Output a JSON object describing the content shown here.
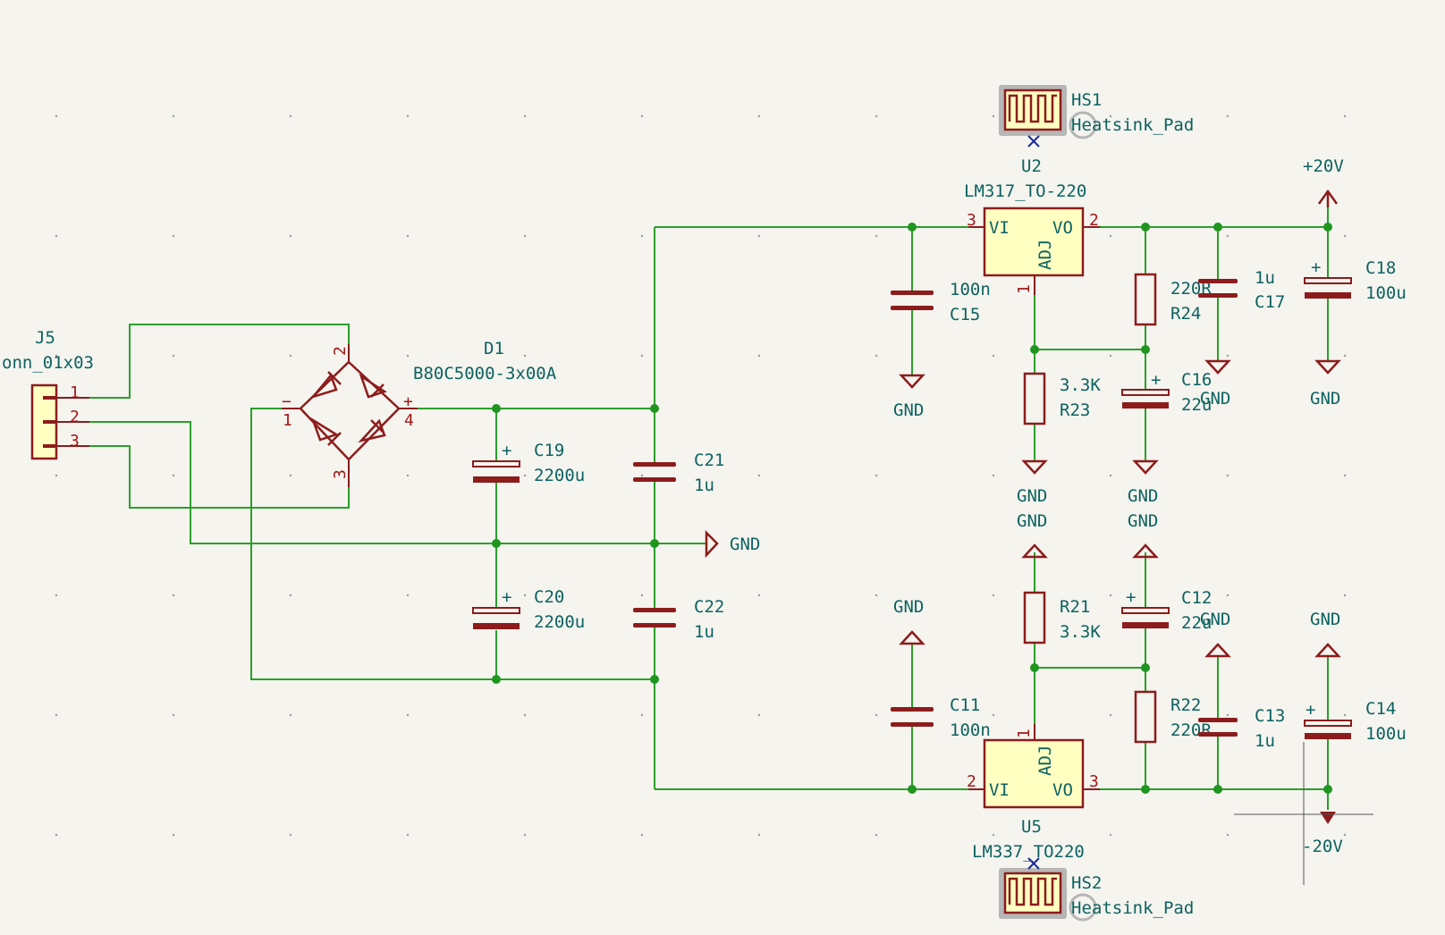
{
  "connector": {
    "ref": "J5",
    "value": "onn_01x03",
    "pins": [
      "1",
      "2",
      "3"
    ]
  },
  "bridge": {
    "ref": "D1",
    "value": "B80C5000-3x00A",
    "pin_1": "1",
    "pin_2": "2",
    "pin_3": "3",
    "pin_4": "4",
    "minus": "−",
    "plus": "+"
  },
  "regulator_top": {
    "ref": "U2",
    "value": "LM317_TO-220",
    "vi": "VI",
    "vo": "VO",
    "adj": "ADJ",
    "pin_vi": "3",
    "pin_vo": "2",
    "pin_adj": "1"
  },
  "regulator_bottom": {
    "ref": "U5",
    "value": "LM337_TO220",
    "vi": "VI",
    "vo": "VO",
    "adj": "ADJ",
    "pin_vi": "2",
    "pin_vo": "3",
    "pin_adj": "1"
  },
  "heatsink_top": {
    "ref": "HS1",
    "value": "Heatsink_Pad"
  },
  "heatsink_bottom": {
    "ref": "HS2",
    "value": "Heatsink_Pad"
  },
  "capacitors": {
    "c19": {
      "ref": "C19",
      "value": "2200u"
    },
    "c20": {
      "ref": "C20",
      "value": "2200u"
    },
    "c21": {
      "ref": "C21",
      "value": "1u"
    },
    "c22": {
      "ref": "C22",
      "value": "1u"
    },
    "c15": {
      "ref": "C15",
      "value": "100n"
    },
    "c11": {
      "ref": "C11",
      "value": "100n"
    },
    "c16": {
      "ref": "C16",
      "value": "22u"
    },
    "c12": {
      "ref": "C12",
      "value": "22u"
    },
    "c17": {
      "ref": "C17",
      "value": "1u"
    },
    "c13": {
      "ref": "C13",
      "value": "1u"
    },
    "c18": {
      "ref": "C18",
      "value": "100u"
    },
    "c14": {
      "ref": "C14",
      "value": "100u"
    }
  },
  "resistors": {
    "r23": {
      "ref": "R23",
      "value": "3.3K"
    },
    "r21": {
      "ref": "R21",
      "value": "3.3K"
    },
    "r24": {
      "ref": "R24",
      "value": "220R"
    },
    "r22": {
      "ref": "R22",
      "value": "220R"
    }
  },
  "power": {
    "gnd": "GND",
    "pos_rail": "+20V",
    "neg_rail": "-20V",
    "polarity_plus": "+"
  },
  "colors": {
    "wire": "#2aa02a",
    "junction": "#1f961f",
    "symbol": "#8c1c1c",
    "ic_fill": "#ffffc2",
    "text": "#0d6260",
    "pin_number": "#a01818",
    "background": "#f5f4ef"
  }
}
